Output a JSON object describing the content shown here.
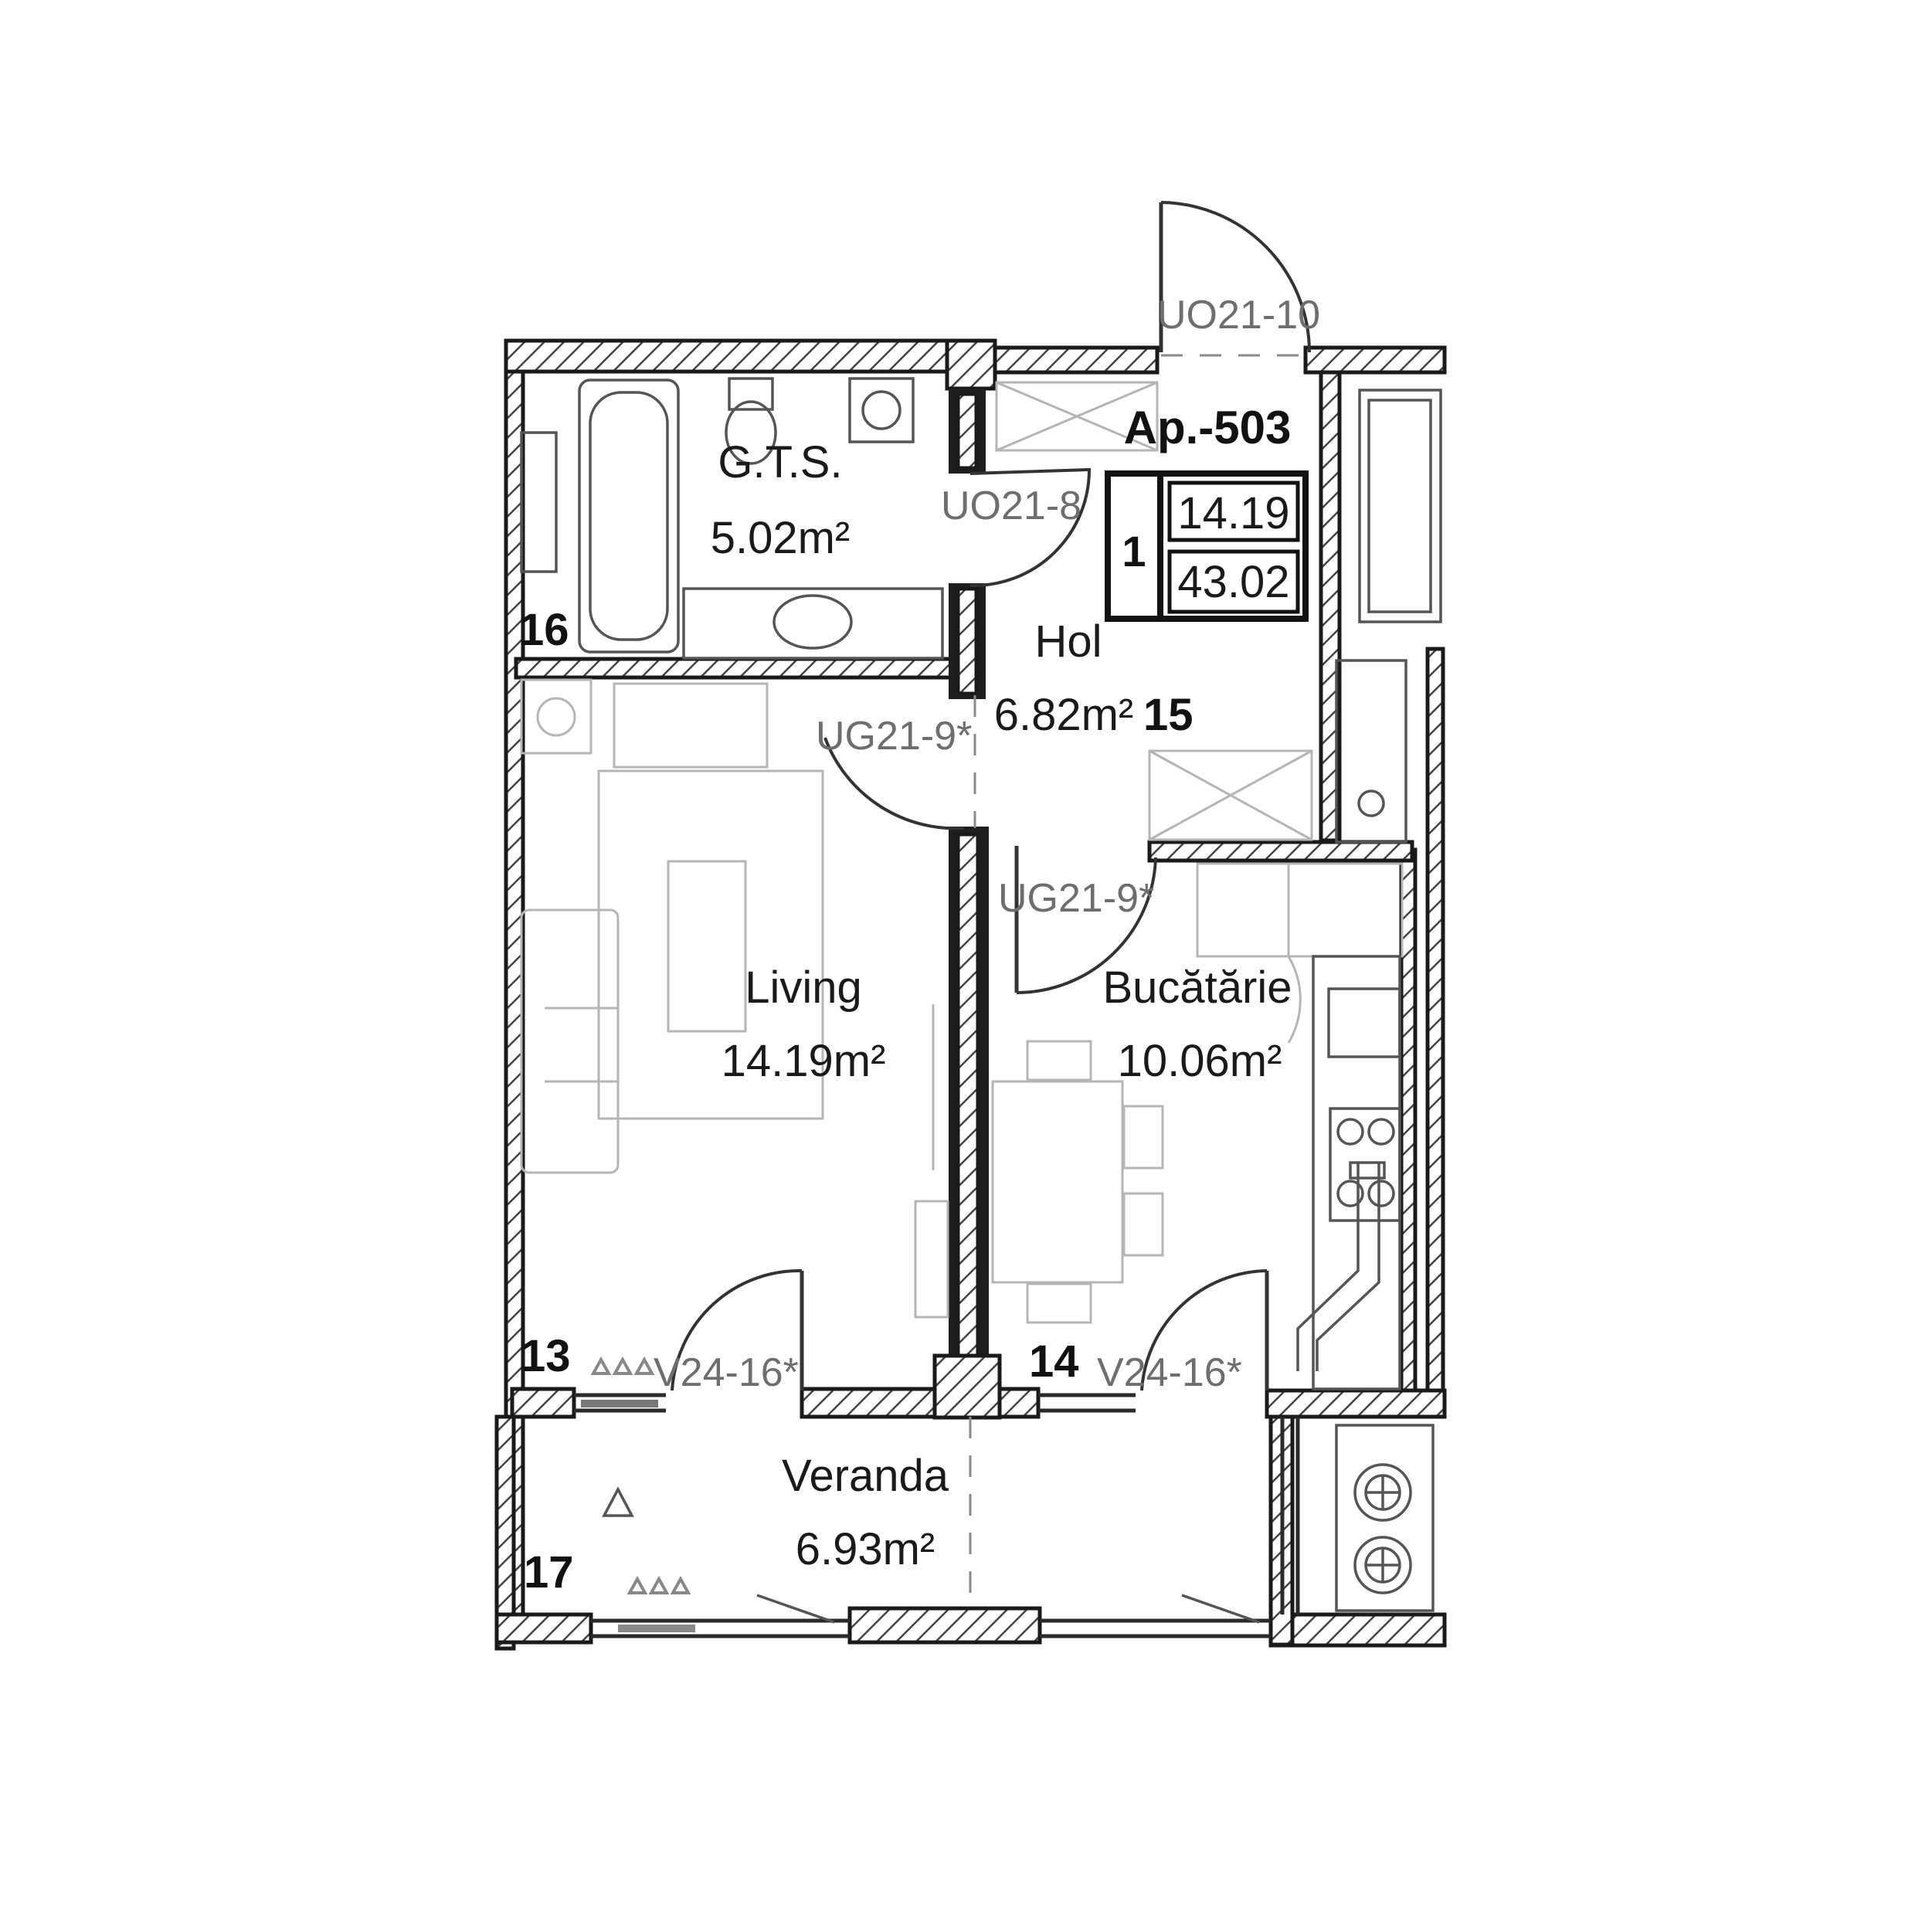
{
  "apartment": {
    "title": "Ap.-503",
    "rooms_label": "1",
    "living_area": "14.19",
    "total_area": "43.02"
  },
  "rooms": [
    {
      "id": "gts",
      "name": "G.T.S.",
      "area": "5.02m²"
    },
    {
      "id": "hol",
      "name": "Hol",
      "area": "6.82m²"
    },
    {
      "id": "living",
      "name": "Living",
      "area": "14.19m²"
    },
    {
      "id": "bucatarie",
      "name": "Bucătărie",
      "area": "10.06m²"
    },
    {
      "id": "veranda",
      "name": "Veranda",
      "area": "6.93m²"
    }
  ],
  "doors": [
    {
      "id": "entrance",
      "code": "UO21-10"
    },
    {
      "id": "bathroom",
      "code": "UO21-8"
    },
    {
      "id": "living",
      "code": "UG21-9*"
    },
    {
      "id": "kitchen",
      "code": "UG21-9*"
    },
    {
      "id": "veranda-living",
      "code": "V24-16*"
    },
    {
      "id": "veranda-kitchen",
      "code": "V24-16*"
    }
  ],
  "markers": [
    "16",
    "15",
    "13",
    "14",
    "17"
  ],
  "colors": {
    "wall": "#1e1e1e",
    "hatch": "#444444",
    "furniture": "#b5b5b5",
    "door_label": "#6e6e6e"
  }
}
